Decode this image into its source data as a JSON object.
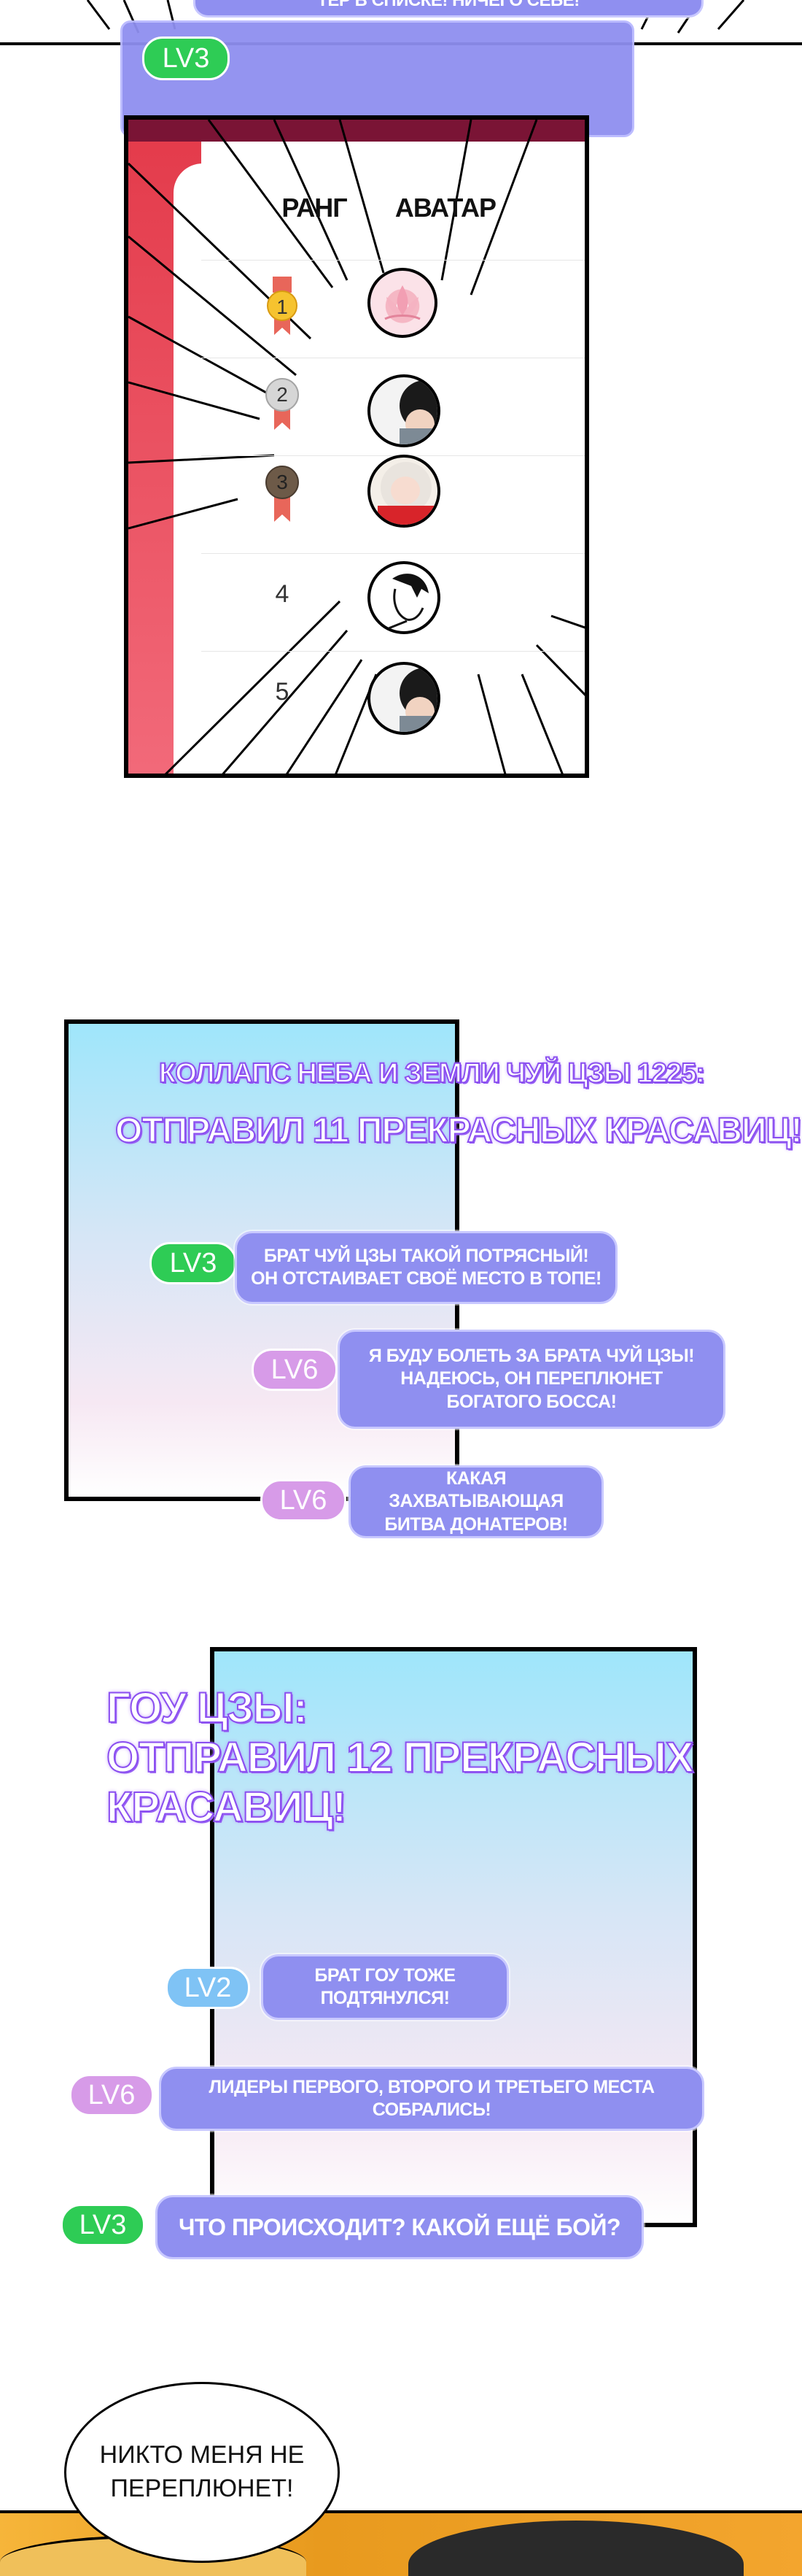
{
  "top": {
    "banner_text": "ТЕР В СПИСКЕ! НИЧЕГО СЕБЕ!",
    "badge": "LV3"
  },
  "ranking": {
    "col_rank": "РАНГ",
    "col_avatar": "АВАТАР",
    "rows": [
      {
        "rank": "1",
        "medal": "gold",
        "avatar": "lotus-avatar"
      },
      {
        "rank": "2",
        "medal": "silver",
        "avatar": "dark-hair-avatar"
      },
      {
        "rank": "3",
        "medal": "bronze",
        "avatar": "girl-avatar"
      },
      {
        "rank": "4",
        "medal": "none",
        "avatar": "lineart-avatar"
      },
      {
        "rank": "5",
        "medal": "none",
        "avatar": "dark-hair-avatar"
      }
    ]
  },
  "section1": {
    "title_line1": "КОЛЛАПС НЕБА И ЗЕМЛИ ЧУЙ ЦЗЫ 1225:",
    "title_line2": "ОТПРАВИЛ 11 ПРЕКРАСНЫХ КРАСАВИЦ!",
    "comments": [
      {
        "level": "LV3",
        "text": "БРАТ ЧУЙ ЦЗЫ ТАКОЙ ПОТРЯСНЫЙ! ОН ОТСТАИВАЕТ СВОЁ МЕСТО В ТОПЕ!"
      },
      {
        "level": "LV6",
        "text": "Я БУДУ БОЛЕТЬ ЗА БРАТА ЧУЙ ЦЗЫ! НАДЕЮСЬ, ОН ПЕРЕПЛЮНЕТ БОГАТОГО БОССА!"
      },
      {
        "level": "LV6",
        "text": "КАКАЯ ЗАХВАТЫВАЮЩАЯ БИТВА ДОНАТЕРОВ!"
      }
    ]
  },
  "section2": {
    "title_line1": "ГОУ ЦЗЫ:",
    "title_line2": "ОТПРАВИЛ 12 ПРЕКРАСНЫХ",
    "title_line3": "КРАСАВИЦ!",
    "comments": [
      {
        "level": "LV2",
        "text": "БРАТ ГОУ ТОЖЕ ПОДТЯНУЛСЯ!"
      },
      {
        "level": "LV6",
        "text": "ЛИДЕРЫ ПЕРВОГО, ВТОРОГО И ТРЕТЬЕГО МЕСТА СОБРАЛИСЬ!"
      },
      {
        "level": "LV3",
        "text": "ЧТО ПРОИСХОДИТ? КАКОЙ ЕЩЁ БОЙ?"
      }
    ]
  },
  "speech": {
    "line1": "НИКТО МЕНЯ НЕ",
    "line2": "ПЕРЕПЛЮНЕТ!"
  },
  "colors": {
    "bubble": "#8f8ff0",
    "title_stroke": "#8b4ff0",
    "lv3": "#2ecc55",
    "lv6": "#d79be8",
    "lv2": "#7fc3f5"
  }
}
